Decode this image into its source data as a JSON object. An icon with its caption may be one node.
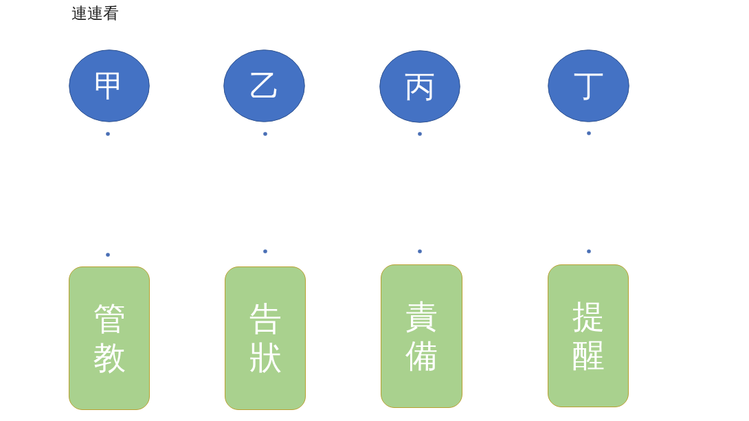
{
  "diagram": {
    "title": "連連看",
    "nodes": [
      {
        "text": [
          "甲"
        ]
      },
      {
        "text": [
          "乙"
        ]
      },
      {
        "text": [
          "丙"
        ]
      },
      {
        "text": [
          "丁"
        ]
      },
      {
        "text": [
          "管教"
        ]
      },
      {
        "text": [
          "告狀"
        ]
      },
      {
        "text": [
          "責備"
        ]
      },
      {
        "text": [
          "提醒"
        ]
      }
    ]
  }
}
